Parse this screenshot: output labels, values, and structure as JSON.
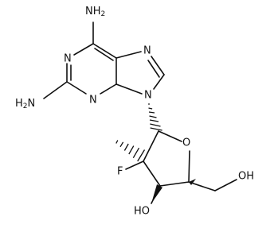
{
  "molecule": {
    "nh2_top": "NH",
    "nh2_top_sub": "2",
    "h2n_left": "H",
    "h2n_left_sub": "2",
    "h2n_left_n": "N",
    "n1": "N",
    "n3": "N",
    "n7": "N",
    "n9": "N",
    "ring_o": "O",
    "oh_right": "OH",
    "ho_left": "HO",
    "fluoro": "F"
  }
}
